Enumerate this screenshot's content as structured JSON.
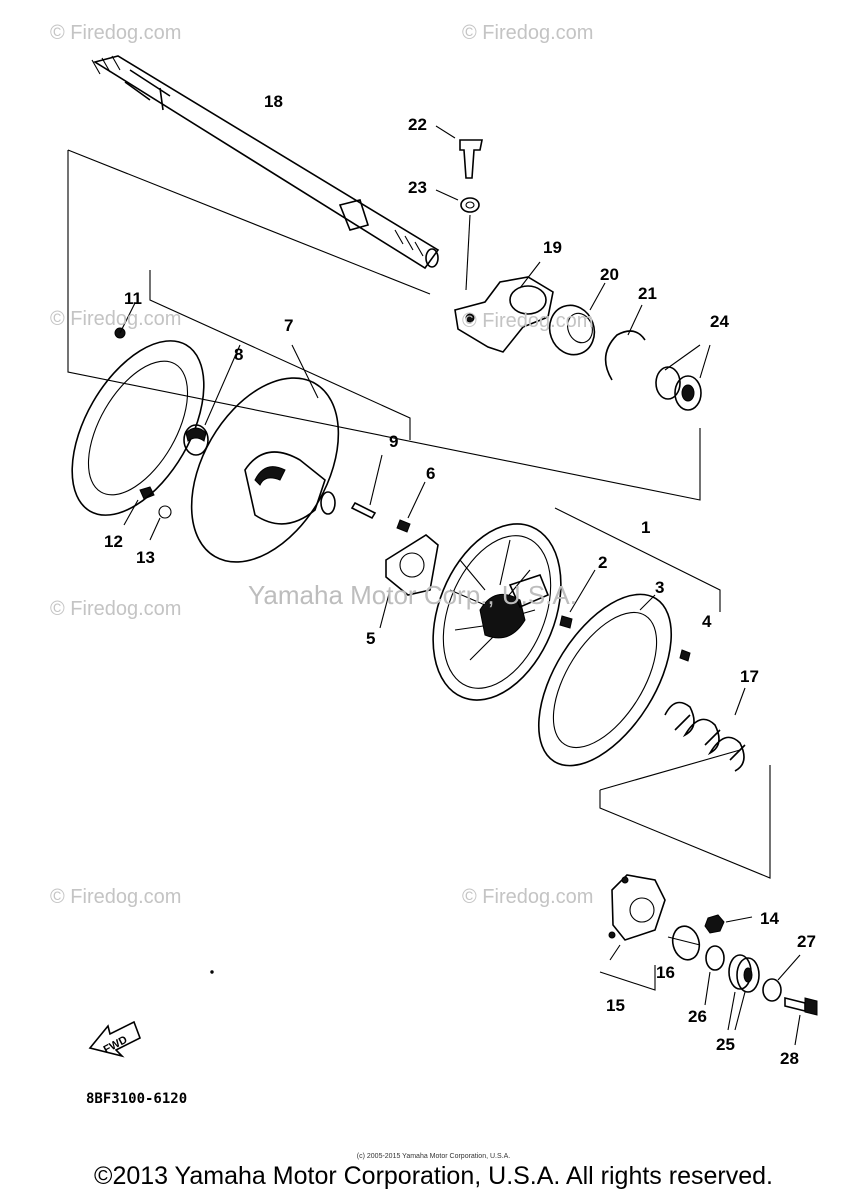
{
  "watermarks": [
    "© Firedog.com",
    "© Firedog.com",
    "© Firedog.com",
    "© Firedog.com",
    "© Firedog.com",
    "© Firedog.com",
    "© Firedog.com"
  ],
  "ghost_text": "Yamaha Motor Corp., U.S.A.",
  "part_labels": [
    "1",
    "2",
    "3",
    "4",
    "5",
    "6",
    "7",
    "8",
    "9",
    "11",
    "12",
    "13",
    "14",
    "15",
    "16",
    "17",
    "18",
    "19",
    "20",
    "21",
    "22",
    "23",
    "24",
    "25",
    "26",
    "27",
    "28"
  ],
  "part_code": "8BF3100-6120",
  "fwd_label": "FWD",
  "small_copyright": "(c) 2005-2015 Yamaha Motor Corporation, U.S.A.",
  "copyright": "©2013 Yamaha Motor Corporation, U.S.A. All rights reserved."
}
